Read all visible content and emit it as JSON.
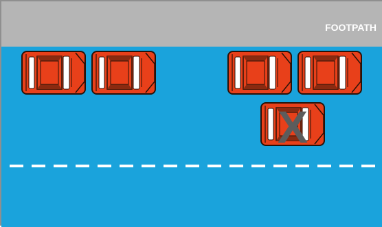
{
  "footpath": {
    "label": "FOOTPATH"
  },
  "colors": {
    "footpath": "#b5b5b5",
    "road": "#1aa3dc",
    "lane_marking": "#ffffff",
    "car_body": "#e8401a",
    "car_outline": "#2a1208",
    "car_glass": "#ffffff",
    "car_shade": "#8a2a10",
    "cross_mark": "#5c5c5c"
  },
  "cars": [
    {
      "id": "parked-car-1",
      "blocked": false
    },
    {
      "id": "parked-car-2",
      "blocked": false
    },
    {
      "id": "parked-car-3",
      "blocked": false
    },
    {
      "id": "parked-car-4",
      "blocked": false
    },
    {
      "id": "double-parked-car",
      "blocked": true
    }
  ],
  "cross_mark": "X"
}
